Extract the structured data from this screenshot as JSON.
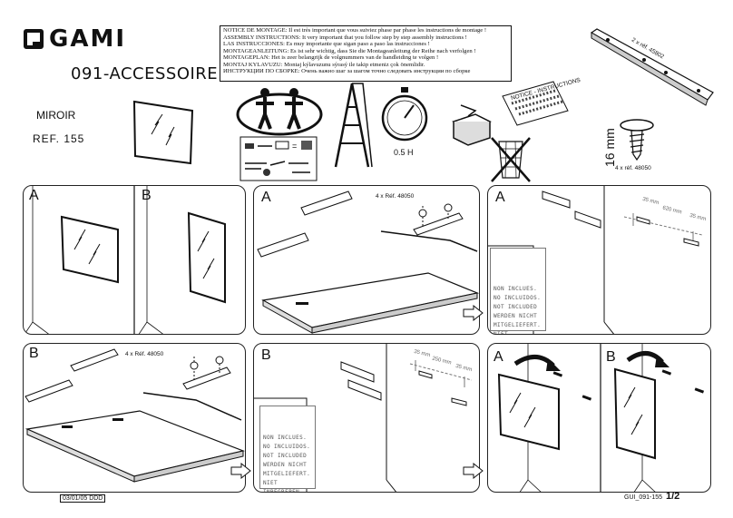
{
  "header": {
    "brand": "GAMI",
    "product_title": "091-ACCESSOIRE",
    "product_name": "MIROIR",
    "reference": "REF. 155"
  },
  "notice": [
    "NOTICE DE MONTAGE: Il est très important que vous suiviez phase par phase les instructions de montage !",
    "ASSEMBLY INSTRUCTIONS: It very important that you follow step by step assembly instructions !",
    "LAS INSTRUCCIONES: Es muy importante que sigan paso a paso las instrucciones !",
    "MONTAGEANLEITUNG: Es ist sehr wichtig, dass Sie die Montageanleitung der Reihe nach verfolgen !",
    "MONTAGEPLAN: Het is zeer belangrijk de volgnummers van de handleiding te volgen !",
    "MONTAJ KYLAVUZU: Montaj kýlavuzunu sýrasý ile takip etmeniz çok önemlidir.",
    "ИНСТРУКЦИИ ПО СБОРКЕ: Очень важно шаг за шагом точно следовать инструкции по сборке"
  ],
  "top_figures": {
    "time": "0.5 H",
    "rail_label": "2 x réf. 45802",
    "screw_size": "16 mm",
    "screw_label": "4 x réf. 48050",
    "sheet_label": "NOTICE - INSTRUCTIONS"
  },
  "panels": {
    "p1a_letter": "A",
    "p1b_letter": "B",
    "p2_letter": "A",
    "p2_ref": "4 x Réf. 48050",
    "p3_letter": "A",
    "p3_dims": [
      "35 mm",
      "620 mm",
      "35 mm"
    ],
    "p4_letter": "B",
    "p4_ref": "4 x Réf. 48050",
    "p5_letter": "B",
    "p5_dims": [
      "35 mm",
      "250 mm",
      "35 mm"
    ],
    "p6a_letter": "A",
    "p6b_letter": "B"
  },
  "not_included": [
    "NON INCLUES.",
    "NO INCLUIDOS.",
    "NOT INCLUDED",
    "WERDEN NICHT",
    "MITGELIEFERT.",
    "NIET INBEGREPEN"
  ],
  "footer": {
    "date": "03/01/05 DDD",
    "code": "GUI_091-155",
    "page": "1/2"
  }
}
